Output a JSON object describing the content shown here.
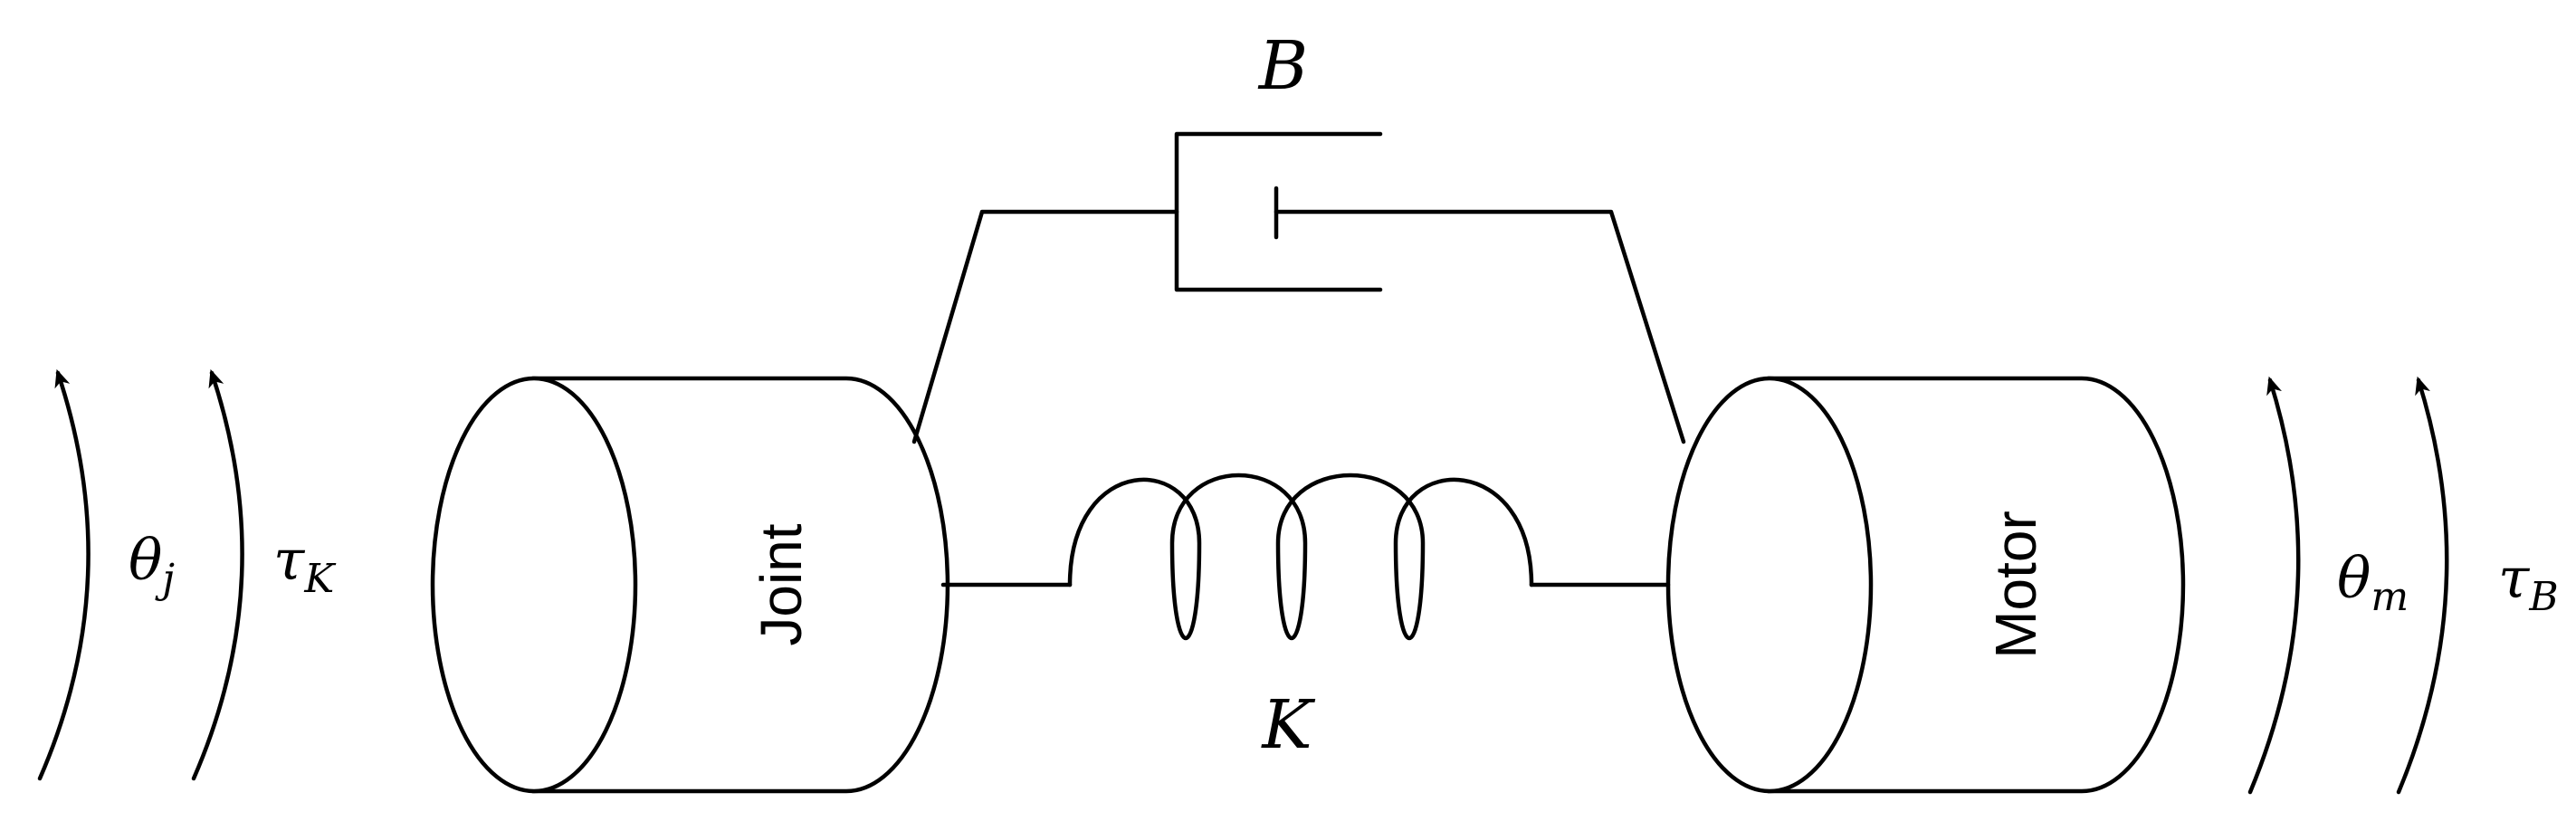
{
  "damper": {
    "symbol": "B"
  },
  "spring": {
    "symbol": "K"
  },
  "joint": {
    "label": "Joint"
  },
  "motor": {
    "label": "Motor"
  },
  "left_arrows": {
    "angle": {
      "base": "θ",
      "sub": "j"
    },
    "torque": {
      "base": "τ",
      "sub": "K"
    }
  },
  "right_arrows": {
    "angle": {
      "base": "θ",
      "sub": "m"
    },
    "torque": {
      "base": "τ",
      "sub": "B"
    }
  }
}
